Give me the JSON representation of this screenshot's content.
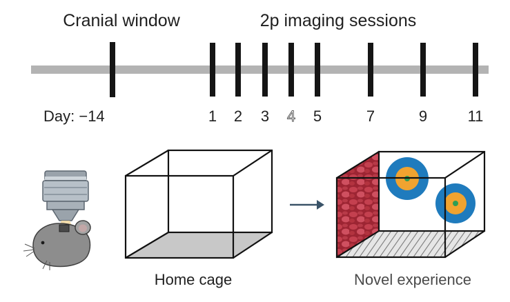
{
  "timeline": {
    "left_label": "Cranial window",
    "right_label": "2p imaging sessions",
    "day_prefix": "Day: −14",
    "days": [
      "1",
      "2",
      "3",
      "4",
      "5",
      "7",
      "9",
      "11"
    ],
    "highlighted_day": "4",
    "colors": {
      "bar": "#b3b3b3",
      "tick": "#151515"
    }
  },
  "panels": {
    "home_cage_label": "Home cage",
    "novel_label": "Novel experience",
    "colors": {
      "floor": "#c8c8c8",
      "wall_texture": "#b72e3c",
      "target_outer": "#1f7bbd",
      "target_middle": "#f0a330",
      "target_center": "#2d9e55",
      "arrow": "#3a5368",
      "mouse": "#8d8d8d"
    }
  },
  "icons": [
    "microscope-objective-icon",
    "mouse-icon",
    "arrow-right-icon"
  ]
}
